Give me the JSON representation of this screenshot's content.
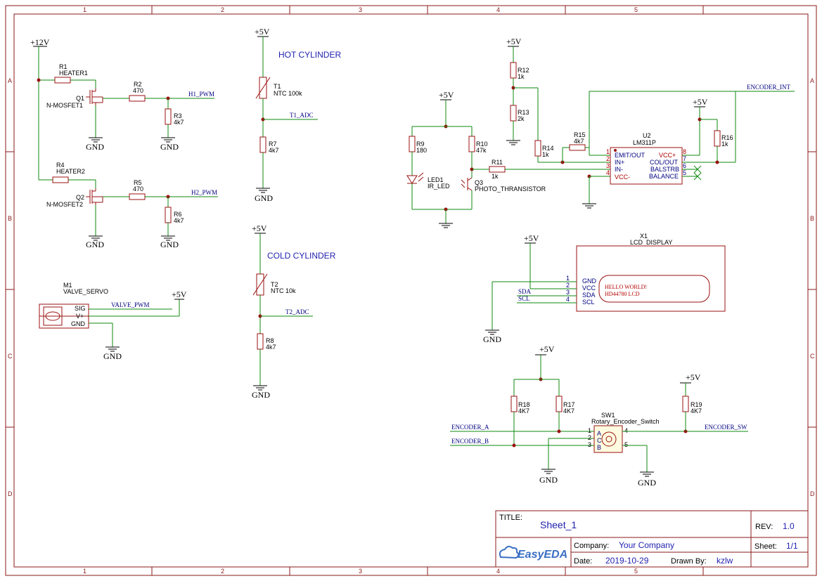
{
  "sheet": {
    "grid_columns": [
      "1",
      "2",
      "3",
      "4",
      "5"
    ],
    "grid_rows": [
      "A",
      "B",
      "C",
      "D"
    ]
  },
  "title_block": {
    "title_label": "TITLE:",
    "title": "Sheet_1",
    "rev_label": "REV:",
    "rev": "1.0",
    "company_label": "Company:",
    "company": "Your Company",
    "sheet_label": "Sheet:",
    "sheet_value": "1/1",
    "date_label": "Date:",
    "date": "2019-10-29",
    "drawn_label": "Drawn By:",
    "drawn_by": "kzlw",
    "logo_text": "EasyEDA"
  },
  "heaters": {
    "supply": "+12V",
    "r1": {
      "ref": "R1",
      "value": "HEATER1"
    },
    "q1": {
      "ref": "Q1",
      "value": "N-MOSFET1"
    },
    "r2": {
      "ref": "R2",
      "value": "470"
    },
    "r3": {
      "ref": "R3",
      "value": "4k7"
    },
    "net1": "H1_PWM",
    "gnd_a": "GND",
    "gnd_b": "GND",
    "r4": {
      "ref": "R4",
      "value": "HEATER2"
    },
    "q2": {
      "ref": "Q2",
      "value": "N-MOSFET2"
    },
    "r5": {
      "ref": "R5",
      "value": "470"
    },
    "r6": {
      "ref": "R6",
      "value": "4k7"
    },
    "net2": "H2_PWM",
    "gnd_c": "GND",
    "gnd_d": "GND"
  },
  "servo": {
    "ref": "M1",
    "value": "VALVE_SERVO",
    "pins": [
      "SIG",
      "V+",
      "GND"
    ],
    "net": "VALVE_PWM",
    "supply": "+5V",
    "gnd": "GND"
  },
  "hot": {
    "supply": "+5V",
    "title": "HOT CYLINDER",
    "t1": {
      "ref": "T1",
      "value": "NTC 100k"
    },
    "net": "T1_ADC",
    "r7": {
      "ref": "R7",
      "value": "4k7"
    },
    "gnd": "GND"
  },
  "cold": {
    "supply": "+5V",
    "title": "COLD CYLINDER",
    "t2": {
      "ref": "T2",
      "value": "NTC 10k"
    },
    "net": "T2_ADC",
    "r8": {
      "ref": "R8",
      "value": "4k7"
    },
    "gnd": "GND"
  },
  "encoder_sensor": {
    "supply_a": "+5V",
    "r9": {
      "ref": "R9",
      "value": "180"
    },
    "r10": {
      "ref": "R10",
      "value": "47k"
    },
    "led": {
      "ref": "LED1",
      "value": "IR_LED"
    },
    "q3": {
      "ref": "Q3",
      "value": "PHOTO_THRANSISTOR"
    },
    "r11": {
      "ref": "R11",
      "value": "1k"
    },
    "supply_b": "+5V",
    "r12": {
      "ref": "R12",
      "value": "1k"
    },
    "r13": {
      "ref": "R13",
      "value": "2k"
    },
    "r14": {
      "ref": "R14",
      "value": "1k"
    },
    "r15": {
      "ref": "R15",
      "value": "4k7"
    },
    "u2": {
      "ref": "U2",
      "value": "LM311P"
    },
    "u2_left_pins": [
      {
        "num": "1",
        "name": "EMIT/OUT"
      },
      {
        "num": "2",
        "name": "IN+"
      },
      {
        "num": "3",
        "name": "IN-"
      },
      {
        "num": "4",
        "name": "VCC-"
      }
    ],
    "u2_right_pins": [
      {
        "num": "8",
        "name": "VCC+"
      },
      {
        "num": "7",
        "name": "COL/OUT"
      },
      {
        "num": "6",
        "name": "BALSTRB"
      },
      {
        "num": "5",
        "name": "BALANCE"
      }
    ],
    "supply_c": "+5V",
    "r16": {
      "ref": "R16",
      "value": "1k"
    },
    "net": "ENCODER_INT"
  },
  "lcd": {
    "ref": "X1",
    "value": "LCD_DISPLAY",
    "supply": "+5V",
    "gnd": "GND",
    "pins": [
      {
        "num": "1",
        "name": "GND"
      },
      {
        "num": "2",
        "name": "VCC"
      },
      {
        "num": "3",
        "name": "SDA"
      },
      {
        "num": "4",
        "name": "SCL"
      }
    ],
    "net_sda": "SDA",
    "net_scl": "SCL",
    "screen_line1": "HELLO WORLD!",
    "screen_line2": "HD44780 LCD"
  },
  "rotary": {
    "supply_a": "+5V",
    "r18": {
      "ref": "R18",
      "value": "4K7"
    },
    "r17": {
      "ref": "R17",
      "value": "4K7"
    },
    "supply_b": "+5V",
    "r19": {
      "ref": "R19",
      "value": "4K7"
    },
    "sw1": {
      "ref": "SW1",
      "value": "Rotary_Encoder_Switch"
    },
    "sw_pins_left": [
      "1",
      "2",
      "3"
    ],
    "sw_pins_right": [
      "4",
      "5"
    ],
    "sw_letters": [
      "A",
      "C",
      "B"
    ],
    "net_a": "ENCODER_A",
    "net_b": "ENCODER_B",
    "net_sw": "ENCODER_SW",
    "gnd_a": "GND",
    "gnd_b": "GND"
  }
}
